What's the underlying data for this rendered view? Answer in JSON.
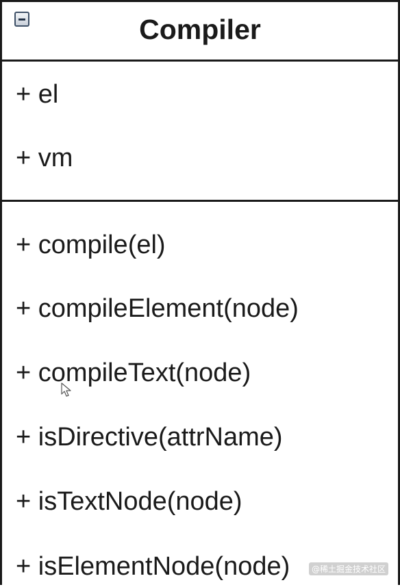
{
  "class_box": {
    "name": "Compiler",
    "collapse_icon": "minus-box-icon",
    "attributes": [
      "+ el",
      "+ vm"
    ],
    "methods": [
      "+ compile(el)",
      "+ compileElement(node)",
      "+ compileText(node)",
      "+ isDirective(attrName)",
      "+ isTextNode(node)",
      "+ isElementNode(node)"
    ]
  },
  "watermark": "@稀土掘金技术社区",
  "colors": {
    "border": "#1a1a1a",
    "text": "#1a1a1a",
    "toggle_border": "#3d4f66"
  }
}
